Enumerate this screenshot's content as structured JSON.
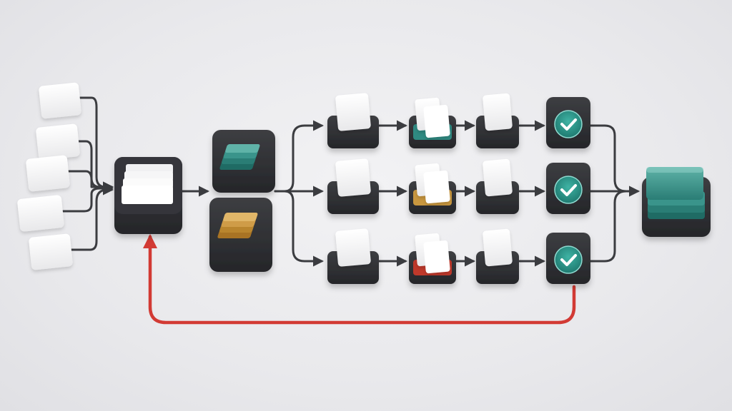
{
  "colors": {
    "background": "#ebebee",
    "block": "#2b2c2f",
    "block_top": "#3a3b3f",
    "connector": "#3b3c40",
    "feedback": "#d23a34",
    "teal": "#2f8a82",
    "ochre": "#c9973f",
    "red_stage": "#c0392b",
    "card": "#f7f7f8",
    "check": "#2f9c8f"
  },
  "diagram": {
    "inputs": {
      "count": 5,
      "icon": "document-card-icon"
    },
    "aggregator": {
      "icon": "stacked-documents-icon"
    },
    "classifiers": [
      {
        "name": "teal-category",
        "icon": "teal-stack-icon",
        "color": "teal"
      },
      {
        "name": "ochre-category",
        "icon": "ochre-stack-icon",
        "color": "ochre"
      }
    ],
    "lanes": [
      {
        "stages": [
          "document",
          "document-pair-teal",
          "document",
          "check"
        ]
      },
      {
        "stages": [
          "document",
          "document-pair-ochre",
          "document",
          "check"
        ]
      },
      {
        "stages": [
          "document",
          "document-pair-red",
          "document",
          "check"
        ]
      }
    ],
    "output": {
      "icon": "teal-stack-icon"
    },
    "feedback_loop": {
      "from": "lane-3-check",
      "to": "aggregator",
      "color": "feedback"
    }
  }
}
